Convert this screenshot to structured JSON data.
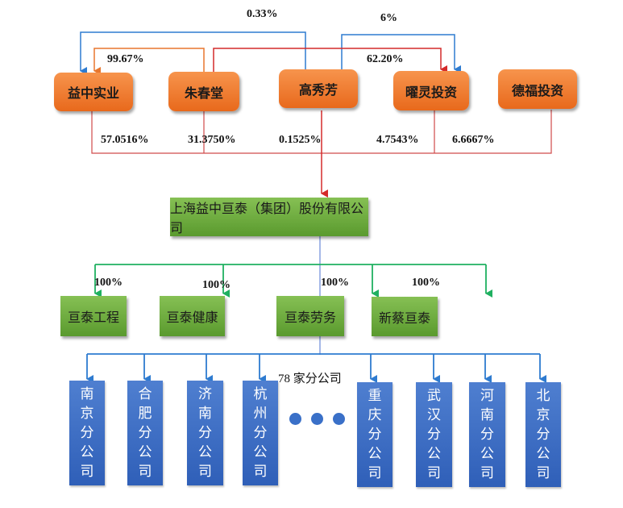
{
  "shareholders": [
    {
      "id": "yizhong",
      "name": "益中实业",
      "stake": "57.0516%"
    },
    {
      "id": "zhuchuntang",
      "name": "朱春堂",
      "stake": "31.3750%"
    },
    {
      "id": "gaoxiufang",
      "name": "高秀芳",
      "stake": "0.1525%"
    },
    {
      "id": "yaoling",
      "name": "曜灵投资",
      "stake": "4.7543%"
    },
    {
      "id": "defu",
      "name": "德福投资",
      "stake": "6.6667%"
    }
  ],
  "cross_holdings": [
    {
      "from": "高秀芳",
      "to": "益中实业",
      "stake": "0.33%",
      "color": "#2e7bd0"
    },
    {
      "from": "朱春堂",
      "to": "益中实业",
      "stake": "99.67%",
      "color": "#e8772e"
    },
    {
      "from": "高秀芳",
      "to": "曜灵投资",
      "stake": "6%",
      "color": "#2e7bd0"
    },
    {
      "from": "朱春堂",
      "to": "曜灵投资",
      "stake": "62.20%",
      "color": "#d42a2a"
    }
  ],
  "company": {
    "name": "上海益中亘泰（集团）股份有限公司"
  },
  "subsidiaries": [
    {
      "name": "亘泰工程",
      "stake": "100%"
    },
    {
      "name": "亘泰健康",
      "stake": "100%"
    },
    {
      "name": "亘泰劳务",
      "stake": "100%"
    },
    {
      "name": "新蔡亘泰",
      "stake": "100%"
    }
  ],
  "branches_label": "78 家分公司",
  "branches": [
    {
      "name": "南京分公司"
    },
    {
      "name": "合肥分公司"
    },
    {
      "name": "济南分公司"
    },
    {
      "name": "杭州分公司"
    },
    {
      "name": "重庆分公司"
    },
    {
      "name": "武汉分公司"
    },
    {
      "name": "河南分公司"
    },
    {
      "name": "北京分公司"
    }
  ],
  "colors": {
    "shareholder_box": "#ee7a2a",
    "company_box": "#6aa83a",
    "subsidiary_box": "#6aa83a",
    "branch_box": "#3a6cc4",
    "ownership_line": "#d42a2a",
    "subsidiary_line": "#1fb060",
    "branch_line": "#2e7bd0"
  }
}
